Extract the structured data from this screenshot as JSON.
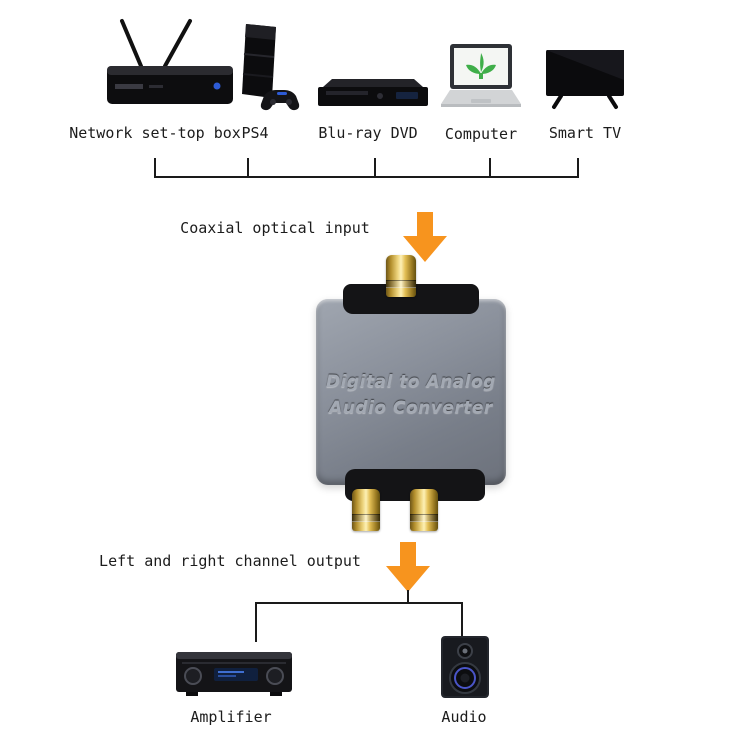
{
  "diagram": {
    "sources": [
      {
        "label": "Network set-top box",
        "icon": "set-top-box-icon"
      },
      {
        "label": "PS4",
        "icon": "ps4-icon"
      },
      {
        "label": "Blu-ray DVD",
        "icon": "bluray-player-icon"
      },
      {
        "label": "Computer",
        "icon": "laptop-icon"
      },
      {
        "label": "Smart TV",
        "icon": "smart-tv-icon"
      }
    ],
    "input_caption": "Coaxial optical input",
    "converter": {
      "line1": "Digital to Analog",
      "line2": "Audio Converter"
    },
    "output_caption": "Left and right channel output",
    "outputs": [
      {
        "label": "Amplifier",
        "icon": "amplifier-icon"
      },
      {
        "label": "Audio",
        "icon": "speaker-icon"
      }
    ],
    "colors": {
      "arrow": "#F7941E",
      "line": "#1a1a1a",
      "gold": "#D8B545",
      "body": "#858B96"
    }
  }
}
